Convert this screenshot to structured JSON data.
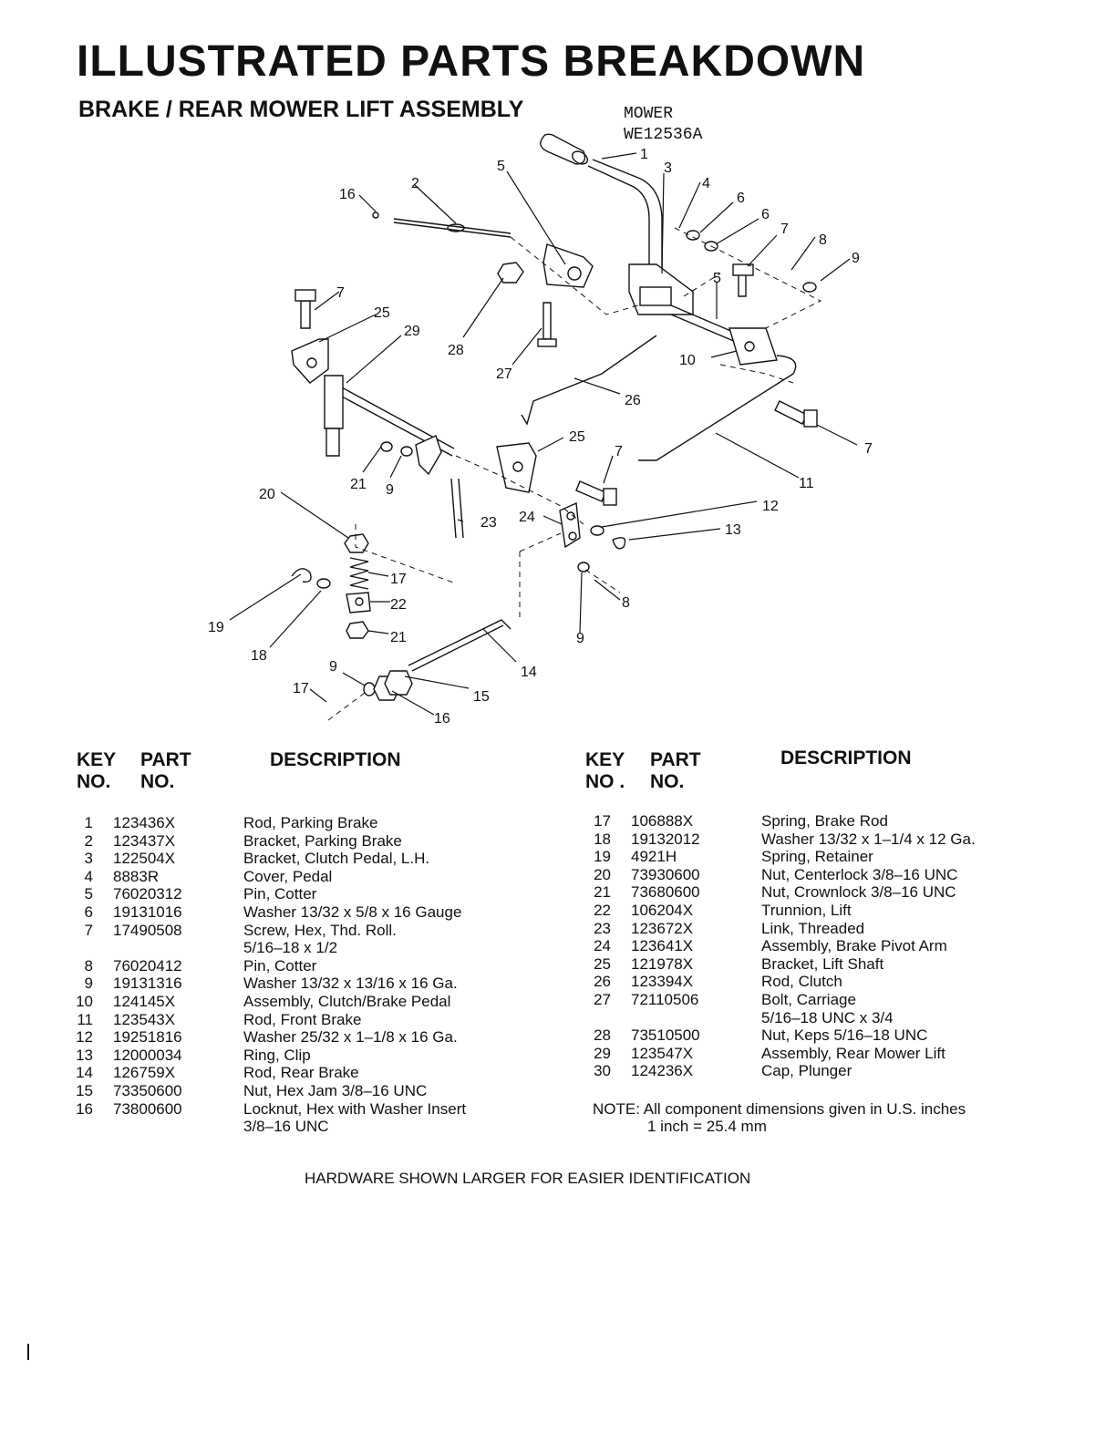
{
  "title": "ILLUSTRATED PARTS BREAKDOWN",
  "subtitle": "BRAKE / REAR MOWER LIFT ASSEMBLY",
  "model": {
    "line1": "MOWER",
    "line2": "WE12536A"
  },
  "table_headers": {
    "key": "KEY",
    "key_no": "NO.",
    "key_no_right": "NO .",
    "part": "PART",
    "part_no": "NO.",
    "description": "DESCRIPTION"
  },
  "parts_left": [
    {
      "key": "1",
      "part": "123436X",
      "desc": "Rod, Parking Brake"
    },
    {
      "key": "2",
      "part": "123437X",
      "desc": "Bracket, Parking Brake"
    },
    {
      "key": "3",
      "part": "122504X",
      "desc": "Bracket, Clutch Pedal, L.H."
    },
    {
      "key": "4",
      "part": "8883R",
      "desc": "Cover, Pedal"
    },
    {
      "key": "5",
      "part": "76020312",
      "desc": "Pin, Cotter"
    },
    {
      "key": "6",
      "part": "19131016",
      "desc": "Washer 13/32 x 5/8 x 16 Gauge"
    },
    {
      "key": "7",
      "part": "17490508",
      "desc": "Screw, Hex, Thd. Roll."
    },
    {
      "key": "",
      "part": "",
      "desc": "5/16–18 x 1/2"
    },
    {
      "key": "8",
      "part": "76020412",
      "desc": "Pin, Cotter"
    },
    {
      "key": "9",
      "part": "19131316",
      "desc": "Washer 13/32 x 13/16 x 16 Ga."
    },
    {
      "key": "10",
      "part": "124145X",
      "desc": "Assembly, Clutch/Brake Pedal"
    },
    {
      "key": "11",
      "part": "123543X",
      "desc": "Rod, Front Brake"
    },
    {
      "key": "12",
      "part": "19251816",
      "desc": "Washer 25/32 x 1–1/8 x 16 Ga."
    },
    {
      "key": "13",
      "part": "12000034",
      "desc": "Ring, Clip"
    },
    {
      "key": "14",
      "part": "126759X",
      "desc": "Rod, Rear Brake"
    },
    {
      "key": "15",
      "part": "73350600",
      "desc": "Nut, Hex Jam 3/8–16 UNC"
    },
    {
      "key": "16",
      "part": "73800600",
      "desc": "Locknut, Hex with Washer Insert"
    },
    {
      "key": "",
      "part": "",
      "desc": "3/8–16 UNC"
    }
  ],
  "parts_right": [
    {
      "key": "17",
      "part": "106888X",
      "desc": "Spring, Brake Rod"
    },
    {
      "key": "18",
      "part": "19132012",
      "desc": "Washer 13/32 x 1–1/4 x 12 Ga."
    },
    {
      "key": "19",
      "part": "4921H",
      "desc": "Spring, Retainer"
    },
    {
      "key": "20",
      "part": "73930600",
      "desc": "Nut, Centerlock 3/8–16 UNC"
    },
    {
      "key": "21",
      "part": "73680600",
      "desc": "Nut, Crownlock 3/8–16 UNC"
    },
    {
      "key": "22",
      "part": "106204X",
      "desc": "Trunnion, Lift"
    },
    {
      "key": "23",
      "part": "123672X",
      "desc": "Link, Threaded"
    },
    {
      "key": "24",
      "part": "123641X",
      "desc": "Assembly, Brake Pivot Arm"
    },
    {
      "key": "25",
      "part": "121978X",
      "desc": "Bracket, Lift Shaft"
    },
    {
      "key": "26",
      "part": "123394X",
      "desc": "Rod, Clutch"
    },
    {
      "key": "27",
      "part": "72110506",
      "desc": "Bolt, Carriage"
    },
    {
      "key": "",
      "part": "",
      "desc": "5/16–18 UNC x 3/4"
    },
    {
      "key": "28",
      "part": "73510500",
      "desc": "Nut, Keps 5/16–18 UNC"
    },
    {
      "key": "29",
      "part": "123547X",
      "desc": "Assembly, Rear Mower Lift"
    },
    {
      "key": "30",
      "part": "124236X",
      "desc": "Cap, Plunger"
    }
  ],
  "note": {
    "line1": "NOTE: All component dimensions given in U.S. inches",
    "line2": "1 inch = 25.4 mm"
  },
  "footer": "HARDWARE SHOWN LARGER FOR EASIER IDENTIFICATION",
  "callouts": [
    "1",
    "2",
    "3",
    "4",
    "5",
    "6",
    "6",
    "7",
    "8",
    "9",
    "5",
    "10",
    "7",
    "25",
    "29",
    "28",
    "27",
    "26",
    "7",
    "25",
    "7",
    "11",
    "21",
    "9",
    "20",
    "12",
    "24",
    "23",
    "13",
    "17",
    "22",
    "8",
    "19",
    "21",
    "18",
    "9",
    "14",
    "9",
    "15",
    "17",
    "16"
  ]
}
